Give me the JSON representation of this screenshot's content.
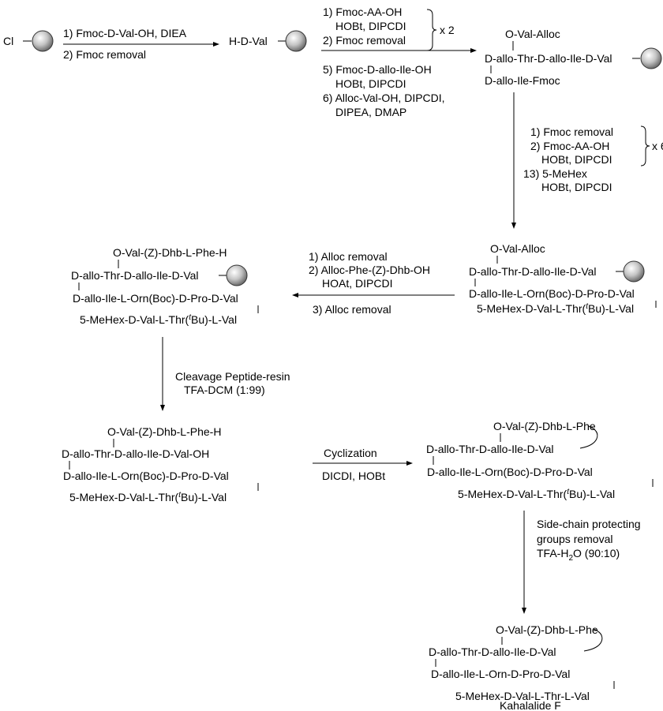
{
  "step1": {
    "start": "Cl",
    "conditions": [
      "1) Fmoc-D-Val-OH, DIEA",
      "2) Fmoc removal"
    ],
    "product": "H-D-Val"
  },
  "step2": {
    "cond_top": [
      "1) Fmoc-AA-OH",
      "HOBt, DIPCDI",
      "2) Fmoc removal"
    ],
    "repeat_top": "x 2",
    "cond_bottom": [
      "5) Fmoc-D-allo-Ile-OH",
      "HOBt, DIPCDI",
      "6) Alloc-Val-OH, DIPCDI,",
      "DIPEA, DMAP"
    ]
  },
  "int1": {
    "side": "O-Val-Alloc",
    "main": "D-allo-Thr-D-allo-Ile-D-Val",
    "lower": "D-allo-Ile-Fmoc"
  },
  "step3": {
    "conditions": [
      "1) Fmoc removal",
      "2) Fmoc-AA-OH",
      "HOBt, DIPCDI",
      "13) 5-MeHex",
      "HOBt, DIPCDI"
    ],
    "repeat": "x 6"
  },
  "int2": {
    "side": "O-Val-Alloc",
    "main": "D-allo-Thr-D-allo-Ile-D-Val",
    "lower1": "D-allo-Ile-L-Orn(Boc)-D-Pro-D-Val",
    "lower2_pre": "5-MeHex-D-Val-L-Thr(",
    "lower2_t": "t",
    "lower2_post": "Bu)-L-Val"
  },
  "step4": {
    "cond_top": [
      "1) Alloc removal",
      "2) Alloc-Phe-(Z)-Dhb-OH",
      "HOAt, DIPCDI"
    ],
    "cond_bottom": "3) Alloc removal"
  },
  "int3": {
    "side": "O-Val-(Z)-Dhb-L-Phe-H",
    "main": "D-allo-Thr-D-allo-Ile-D-Val",
    "lower1": "D-allo-Ile-L-Orn(Boc)-D-Pro-D-Val",
    "lower2_pre": "5-MeHex-D-Val-L-Thr(",
    "lower2_t": "t",
    "lower2_post": "Bu)-L-Val"
  },
  "step5": {
    "conditions": [
      "Cleavage Peptide-resin",
      "TFA-DCM (1:99)"
    ]
  },
  "int4": {
    "side": "O-Val-(Z)-Dhb-L-Phe-H",
    "main": "D-allo-Thr-D-allo-Ile-D-Val-OH",
    "lower1": "D-allo-Ile-L-Orn(Boc)-D-Pro-D-Val",
    "lower2_pre": "5-MeHex-D-Val-L-Thr(",
    "lower2_t": "t",
    "lower2_post": "Bu)-L-Val"
  },
  "step6": {
    "cond_top": "Cyclization",
    "cond_bottom": "DICDI, HOBt"
  },
  "int5": {
    "side": "O-Val-(Z)-Dhb-L-Phe",
    "main": "D-allo-Thr-D-allo-Ile-D-Val",
    "lower1": "D-allo-Ile-L-Orn(Boc)-D-Pro-D-Val",
    "lower2_pre": "5-MeHex-D-Val-L-Thr(",
    "lower2_t": "t",
    "lower2_post": "Bu)-L-Val"
  },
  "step7": {
    "conditions": [
      "Side-chain protecting",
      "groups removal"
    ],
    "cond_last_pre": "TFA-H",
    "cond_last_sub": "2",
    "cond_last_post": "O (90:10)"
  },
  "product": {
    "side": "O-Val-(Z)-Dhb-L-Phe",
    "main": "D-allo-Thr-D-allo-Ile-D-Val",
    "lower1": "D-allo-Ile-L-Orn-D-Pro-D-Val",
    "lower2": "5-MeHex-D-Val-L-Thr-L-Val",
    "name": "Kahalalide F"
  }
}
